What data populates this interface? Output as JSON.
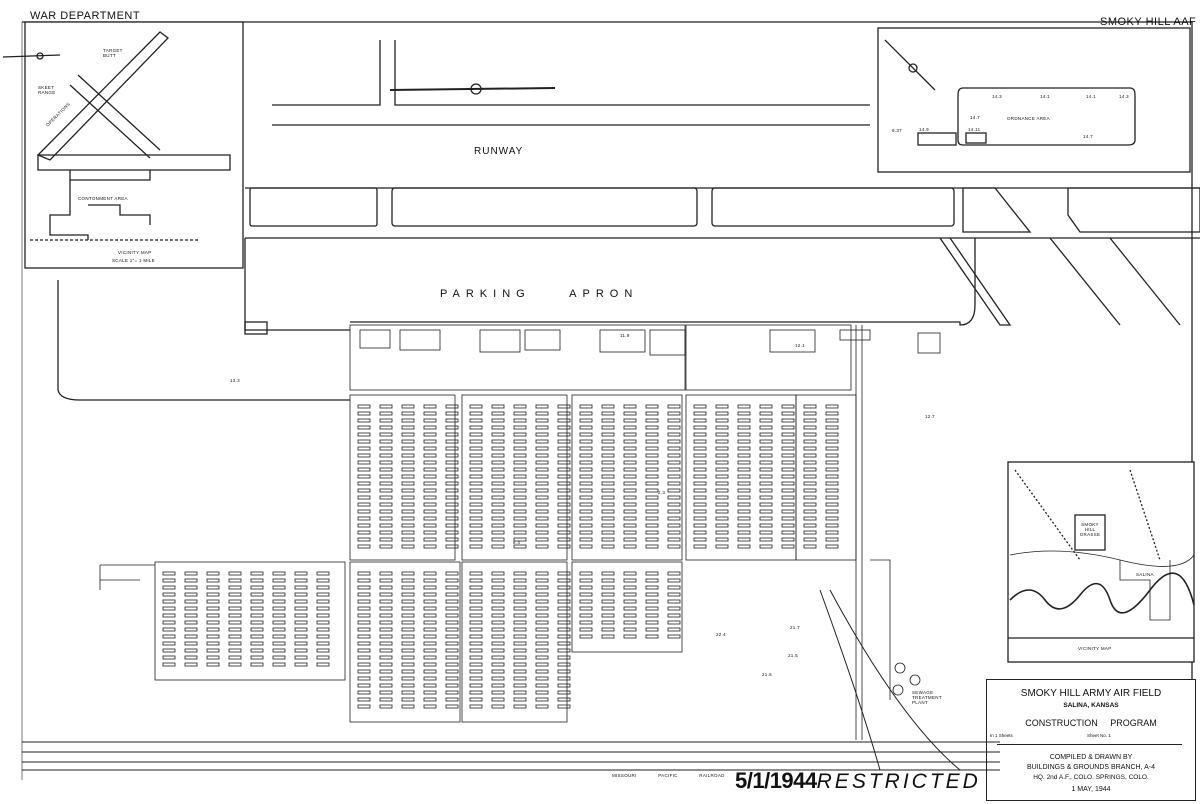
{
  "header": {
    "left": "WAR DEPARTMENT",
    "right": "SMOKY HILL AAF"
  },
  "main_map": {
    "runway_label": "RUNWAY",
    "apron_label": "PARKING APRON",
    "railroad_label": "MISSOURI PACIFIC RAILROAD",
    "building_labels": [
      "11.9",
      "12.7",
      "12.1",
      "13.3",
      "8.4",
      "2.3",
      "21.5",
      "21.7",
      "21.6",
      "22.4"
    ],
    "sewage_label": "SEWAGE TREATMENT PLANT"
  },
  "inset_vicinity_top": {
    "title": "VICINITY MAP",
    "scale": "SCALE 1\"= 1 MILE",
    "labels": [
      "TARGET BUTT",
      "SKEET RANGE",
      "OPERATIONS",
      "CONTONMENT AREA"
    ]
  },
  "inset_ordnance": {
    "area_label": "ORDNANCE AREA",
    "labels": [
      "14.3",
      "14.1",
      "14.1",
      "14.3",
      "14.7",
      "14.7",
      "14.9",
      "14.11",
      "9.37"
    ]
  },
  "inset_vicinity_bottom": {
    "title": "VICINITY MAP",
    "labels": [
      "SMOKY HILL GRASSE",
      "SALINA"
    ]
  },
  "title_block": {
    "title": "SMOKY HILL ARMY AIR FIELD",
    "location": "SALINA, KANSAS",
    "program": "CONSTRUCTION     PROGRAM",
    "sheets": "In 1 Sheets",
    "sheet_no": "Sheet No. 1",
    "compiled": "COMPILED & DRAWN BY",
    "branch": "BUILDINGS & GROUNDS BRANCH, A-4",
    "hq": "HQ. 2nd A.F., COLO. SPRINGS, COLO.",
    "date": "1 MAY, 1944"
  },
  "stamp": {
    "date": "5/1/1944",
    "classification": "RESTRICTED"
  }
}
